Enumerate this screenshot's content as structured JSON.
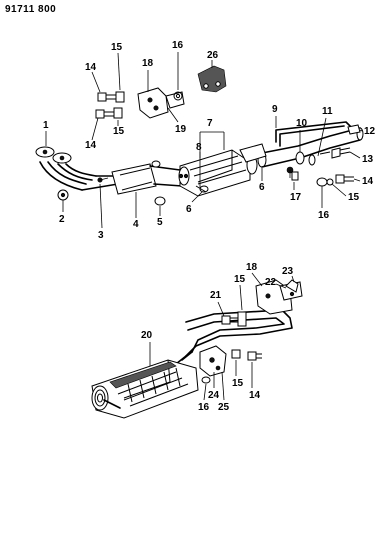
{
  "diagram": {
    "id_code": "91711 800",
    "callouts": [
      "1",
      "2",
      "3",
      "4",
      "5",
      "6",
      "6",
      "7",
      "8",
      "9",
      "10",
      "11",
      "12",
      "13",
      "14",
      "14",
      "14",
      "14",
      "15",
      "15",
      "15",
      "15",
      "15",
      "16",
      "16",
      "16",
      "17",
      "18",
      "18",
      "19",
      "20",
      "21",
      "22",
      "23",
      "24",
      "25",
      "26"
    ]
  }
}
